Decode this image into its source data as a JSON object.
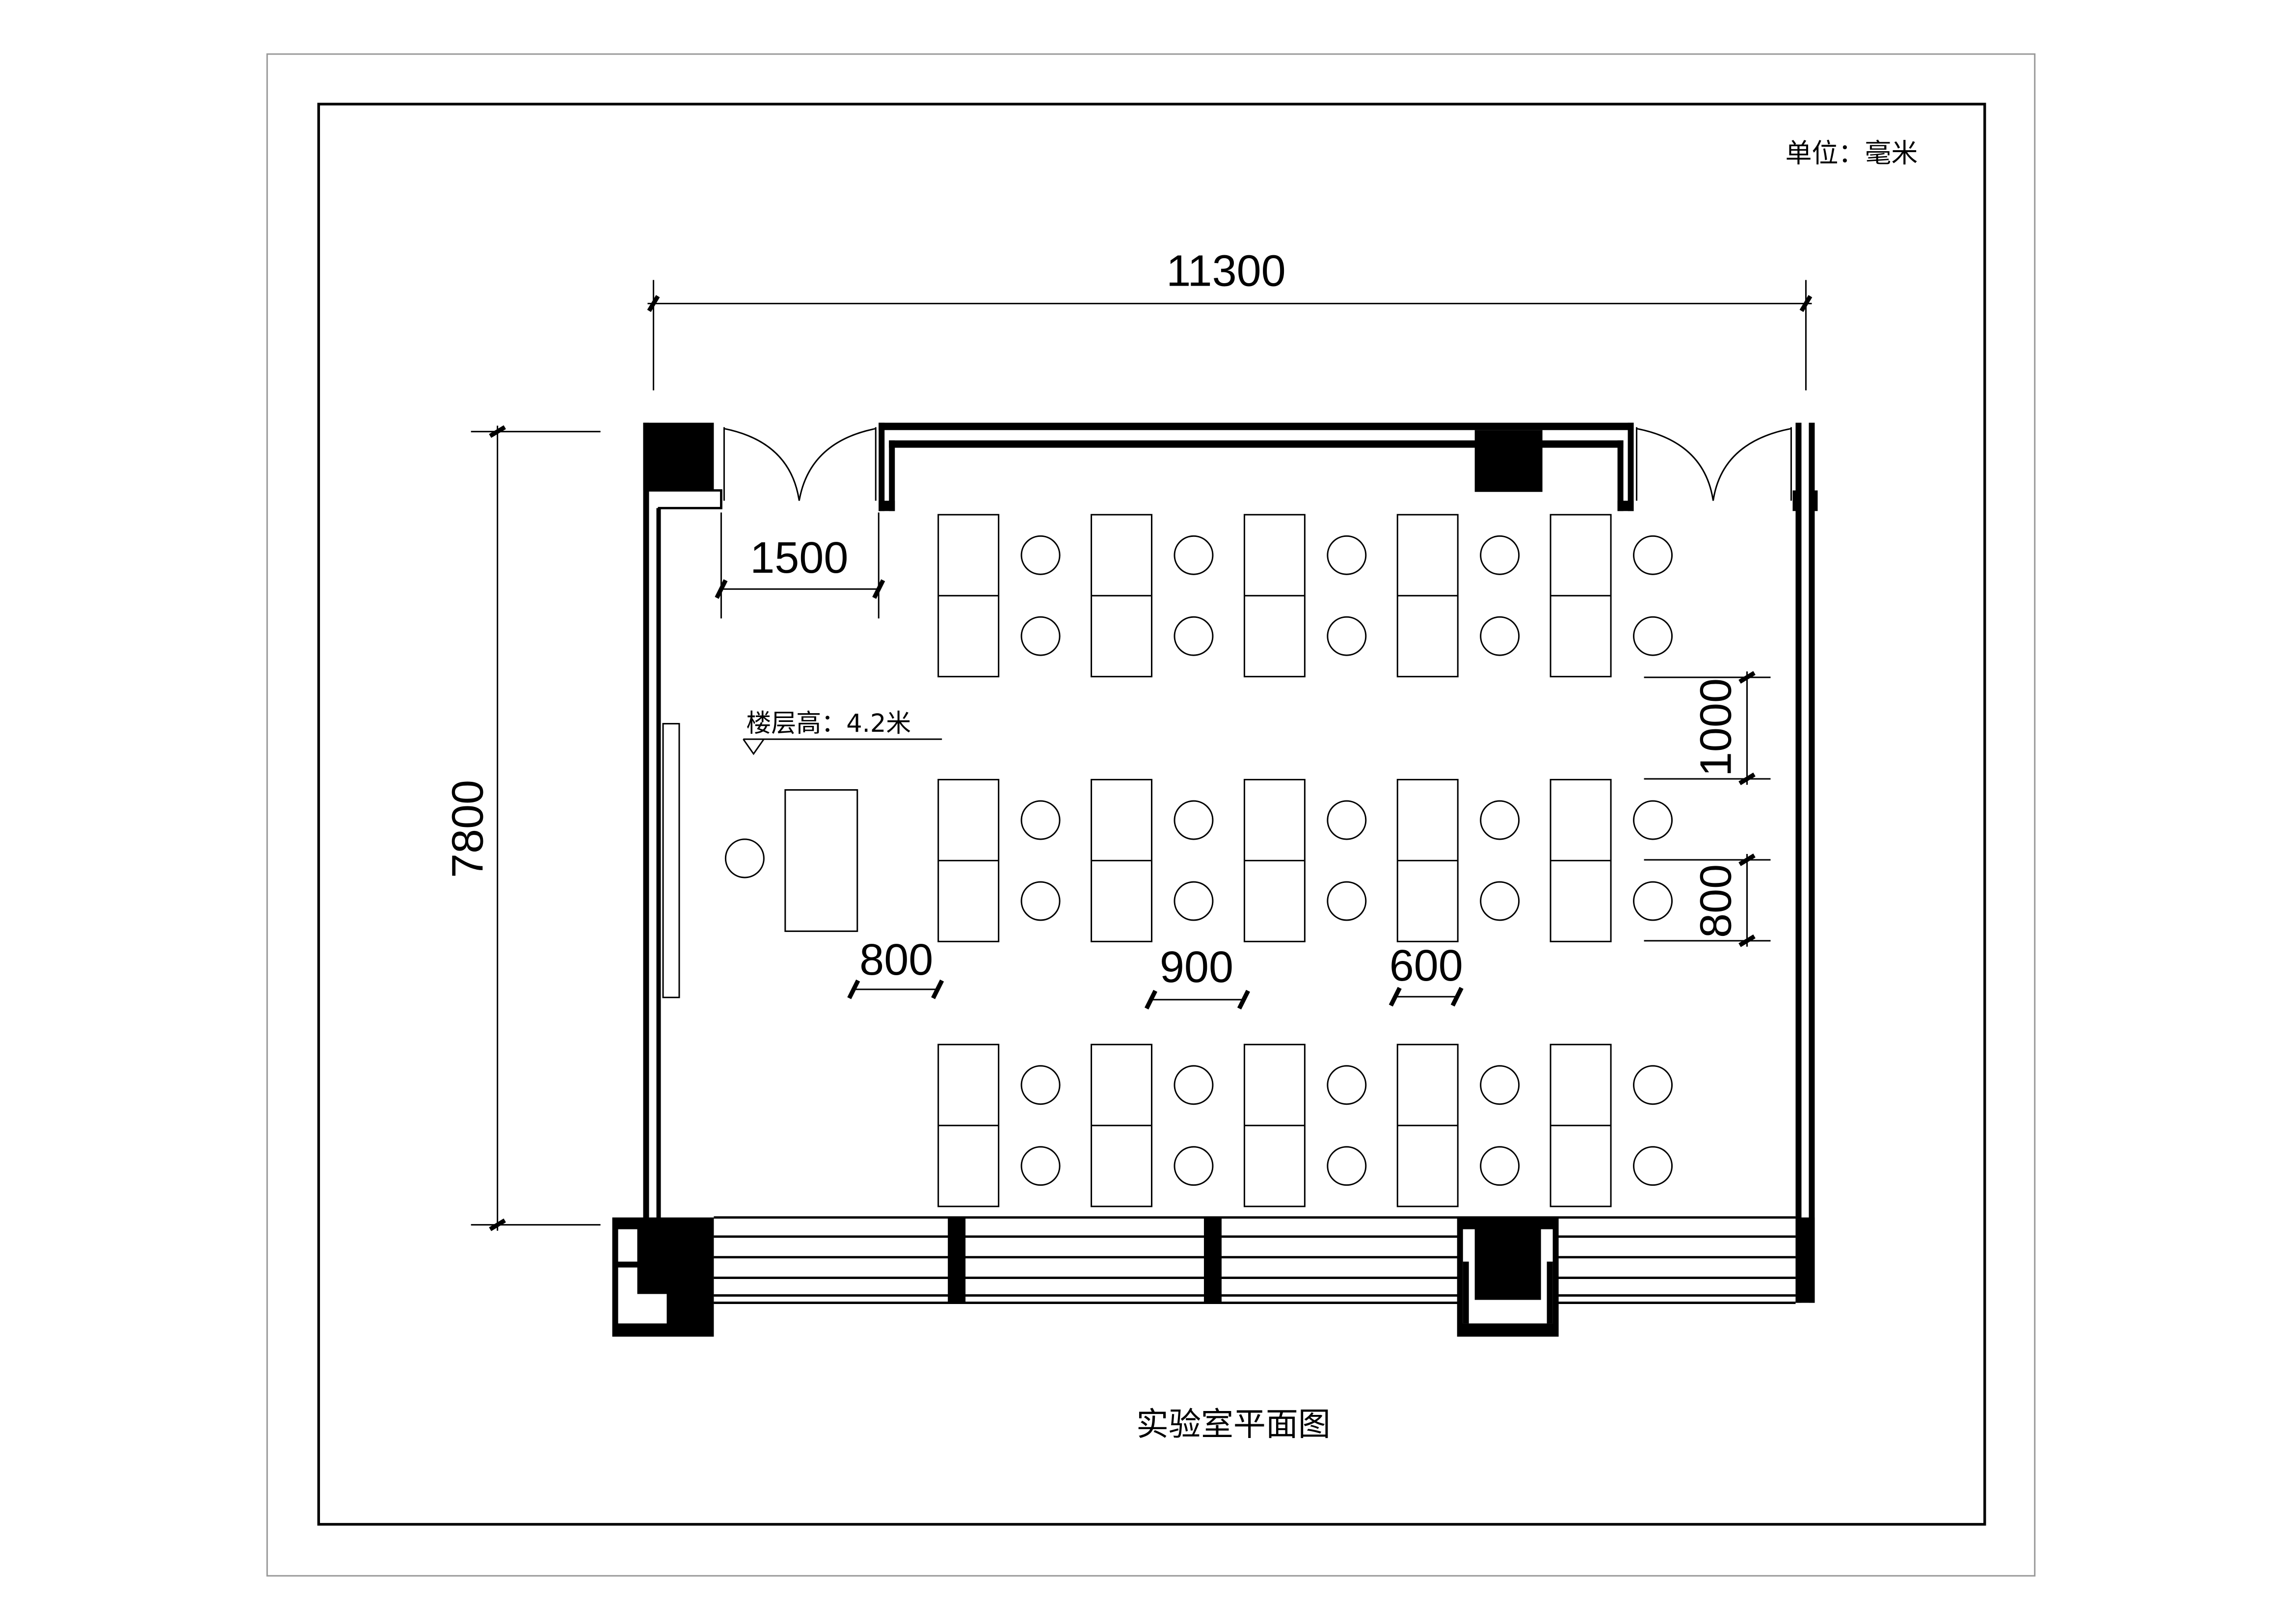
{
  "unit_label": "单位：毫米",
  "title": "实验室平面图",
  "floor_height_label": "楼层高：4.2米",
  "dimensions": {
    "total_width": "11300",
    "total_depth": "7800",
    "door_width": "1500",
    "row_spacing": "1000",
    "desk_depth": "800",
    "front_gap": "800",
    "aisle": "900",
    "chair_gap": "600"
  },
  "layout": {
    "desk_rows": 3,
    "desk_columns": 5,
    "seats_per_desk": 2
  }
}
